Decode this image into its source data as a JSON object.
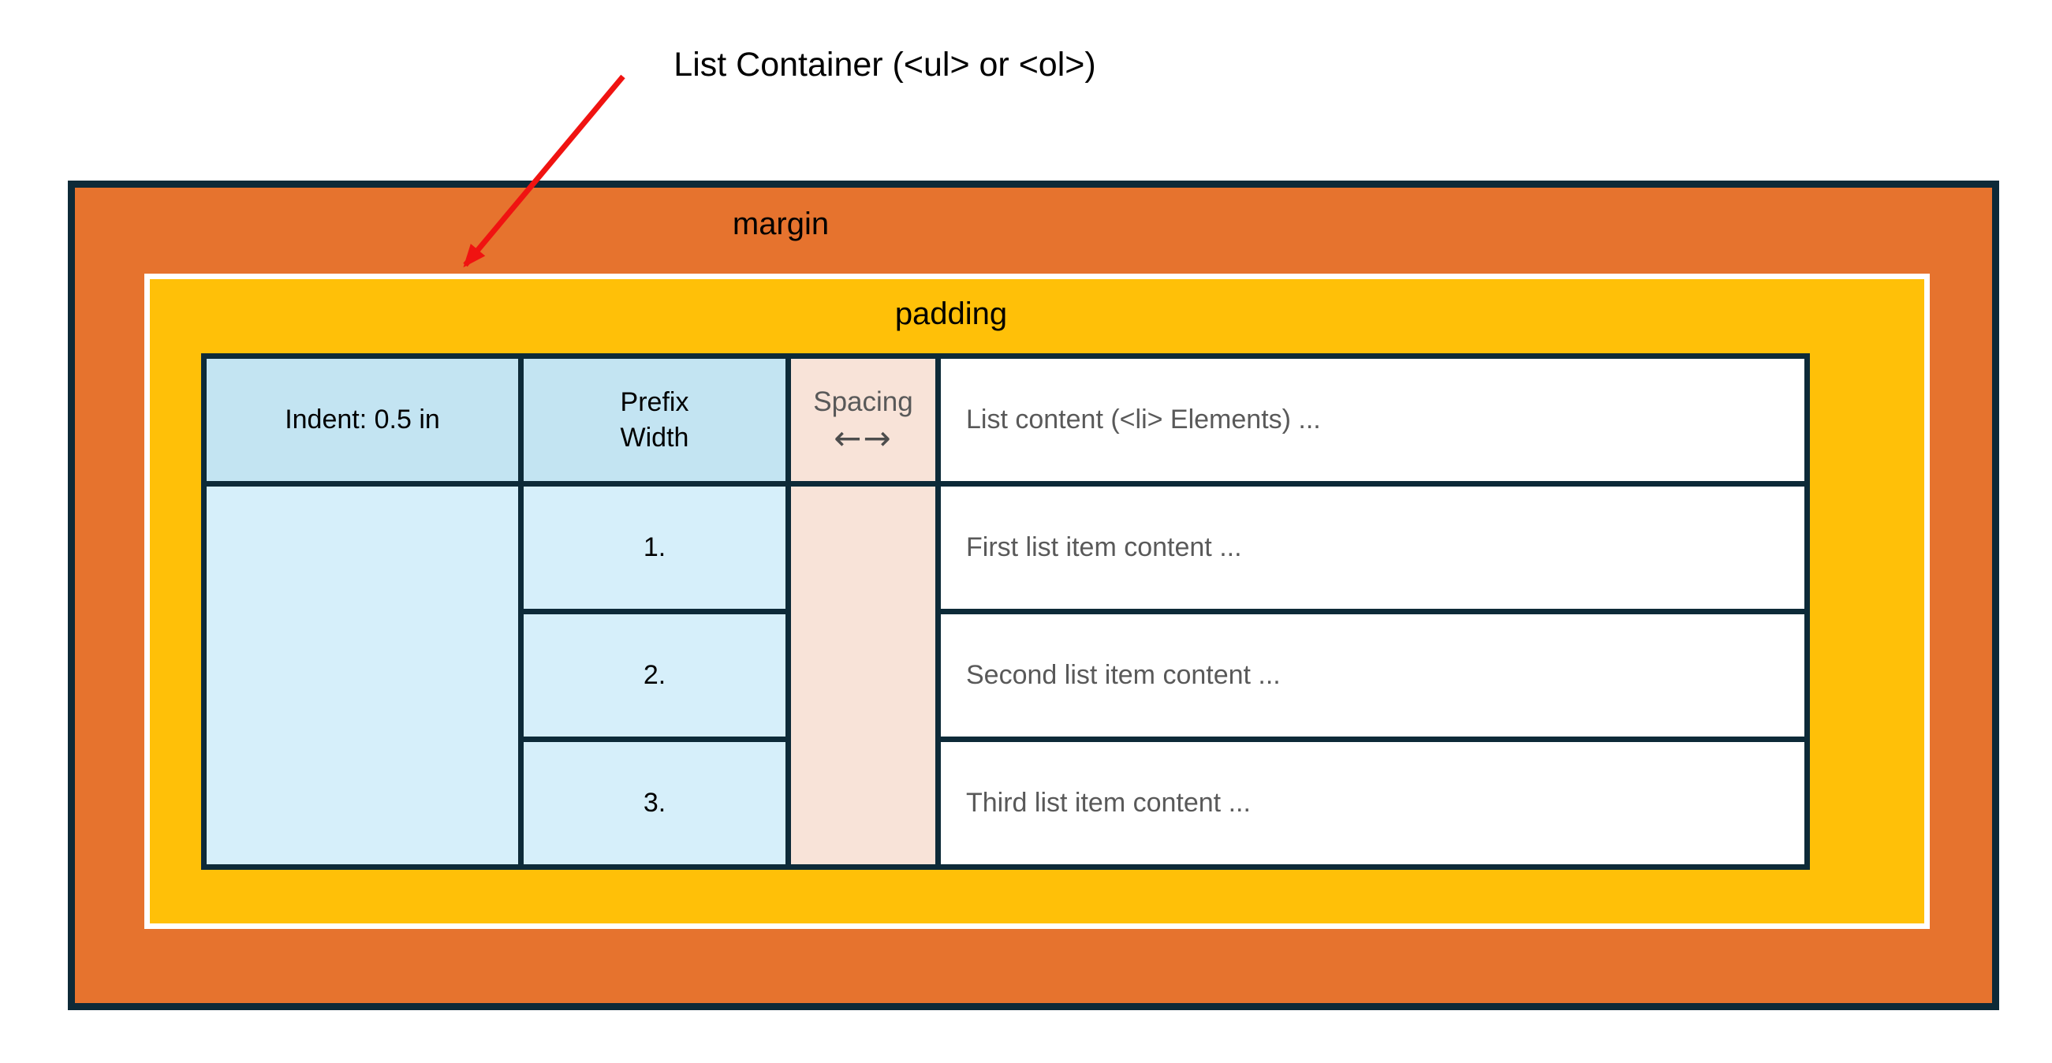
{
  "title": "List Container (<ul> or <ol>)",
  "labels": {
    "margin": "margin",
    "padding": "padding"
  },
  "table": {
    "header": {
      "indent": "Indent: 0.5 in",
      "prefix": "Prefix\nWidth",
      "spacing": "Spacing",
      "spacing_arrows": "←→",
      "content": "List content (<li> Elements) ..."
    },
    "rows": [
      {
        "prefix": "1.",
        "content": "First list item content ..."
      },
      {
        "prefix": "2.",
        "content": "Second list item content ..."
      },
      {
        "prefix": "3.",
        "content": "Third list item content ..."
      }
    ]
  },
  "icons": {
    "pointer_arrow": "red-arrow-pointing-to-list-container",
    "spacing_arrows": "left-right-arrows"
  },
  "colors": {
    "margin_fill": "#E6732E",
    "padding_fill": "#FFC008",
    "border_dark": "#0D2A38",
    "padding_border_white": "#FFFFFF",
    "header_blue": "#C3E4F2",
    "body_blue": "#D6EFFA",
    "spacing_peach": "#F8E3D8",
    "content_white": "#FFFFFF",
    "text_black": "#000000",
    "text_gray": "#595959",
    "arrow_red": "#F01311"
  }
}
